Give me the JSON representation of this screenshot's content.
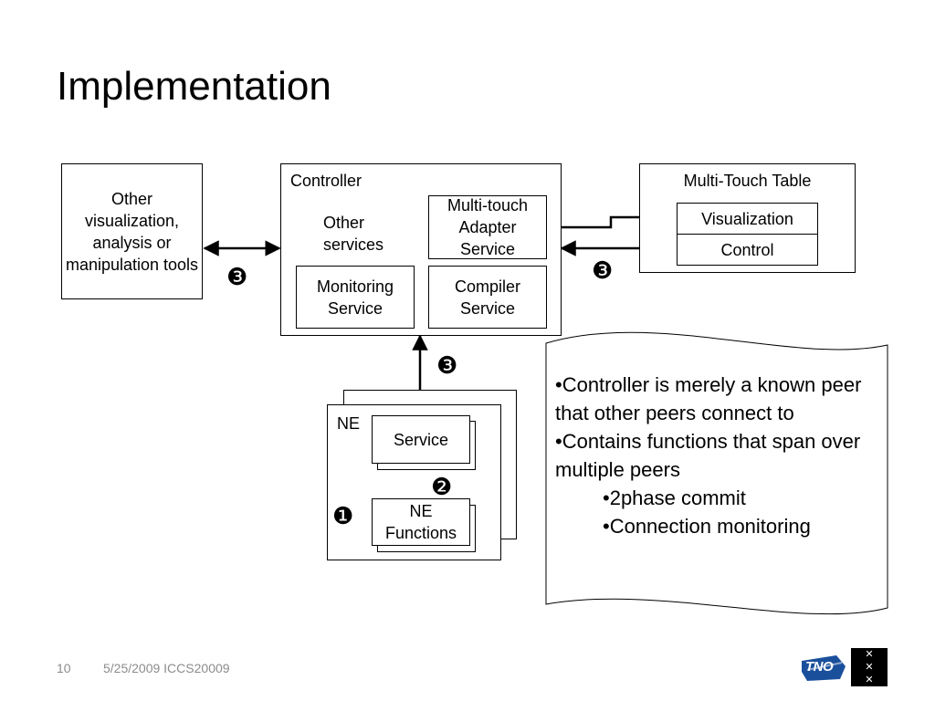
{
  "slide": {
    "title": "Implementation",
    "footer": {
      "page_number": "10",
      "info": "5/25/2009 ICCS20009"
    }
  },
  "diagram": {
    "other_tools": "Other visualization, analysis or manipulation tools",
    "controller": {
      "label": "Controller",
      "other_services": "Other services",
      "adapter": "Multi-touch Adapter Service",
      "monitoring": "Monitoring Service",
      "compiler": "Compiler Service"
    },
    "table": {
      "label": "Multi-Touch Table",
      "visualization": "Visualization",
      "control": "Control"
    },
    "ne": {
      "label": "NE",
      "service": "Service",
      "functions": "NE Functions"
    },
    "markers": {
      "one": "❶",
      "two": "❷",
      "three": "❸"
    }
  },
  "note": {
    "bullets": [
      "•Controller is merely a known peer that other peers connect to",
      "•Contains functions that span over multiple peers"
    ],
    "sub_bullets": [
      "•2phase commit",
      "•Connection monitoring"
    ]
  },
  "logos": {
    "tno_text": "TNO",
    "uva_glyph": "✕"
  }
}
